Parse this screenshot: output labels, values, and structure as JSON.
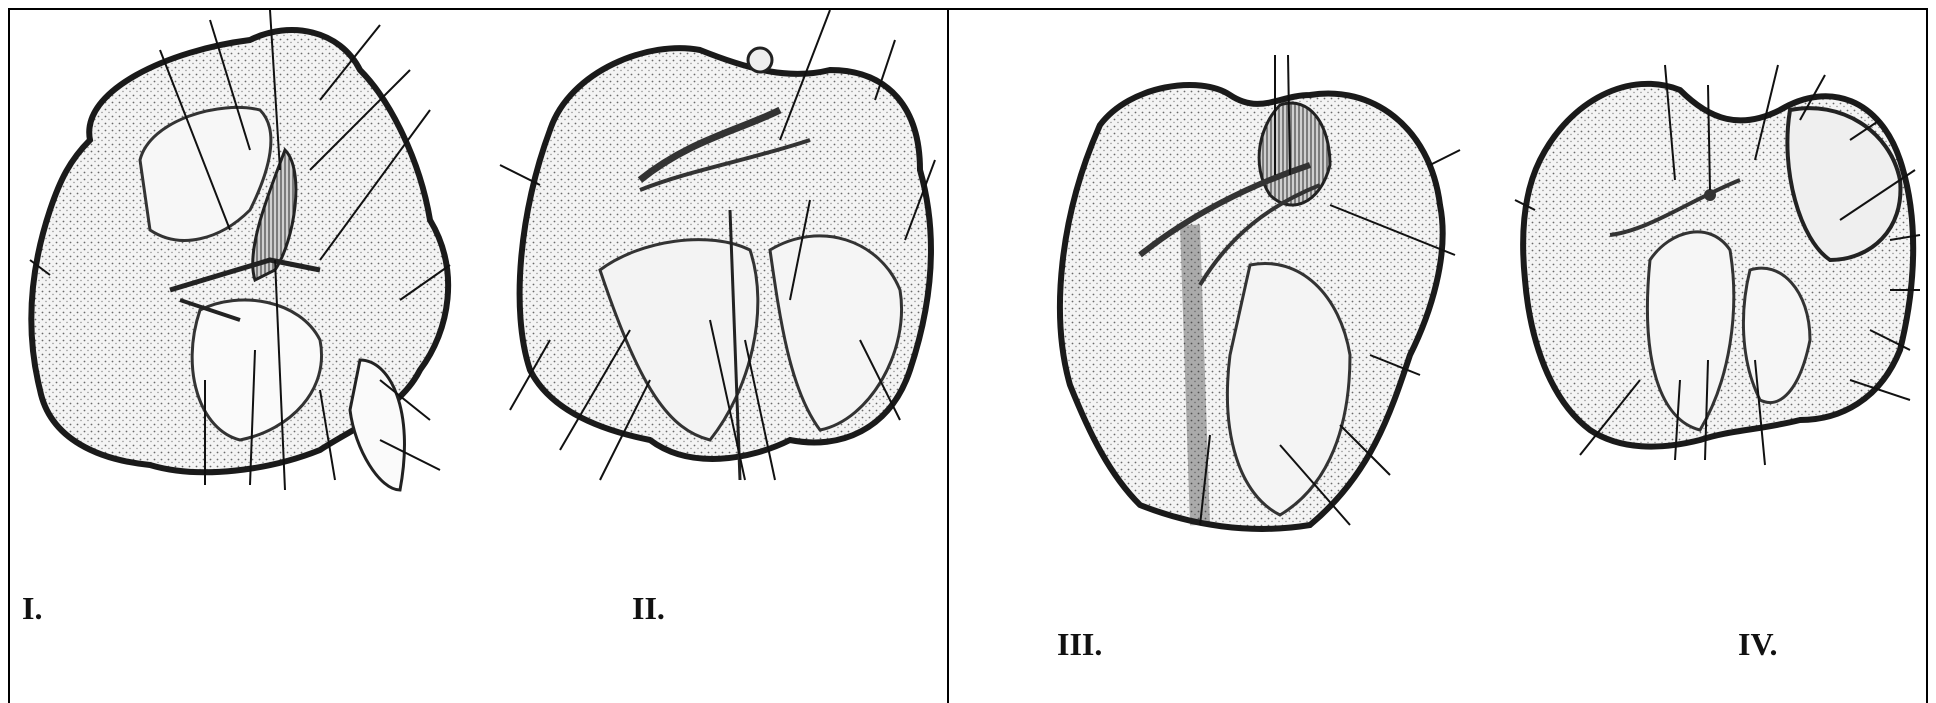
{
  "panels": [
    {
      "label": "I."
    },
    {
      "label": "II."
    },
    {
      "label": "III."
    },
    {
      "label": "IV."
    }
  ],
  "colors": {
    "ink": "#1a1a1a",
    "stipple": "#555555",
    "border": "#000000",
    "background": "#ffffff"
  }
}
